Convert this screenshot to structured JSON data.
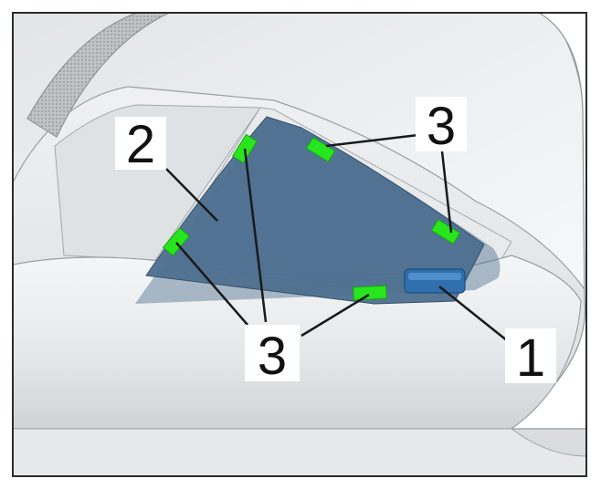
{
  "colors": {
    "frame": "#2b2b2b",
    "panel": "#eef0f1",
    "trim_shadow": "#c9cdd0",
    "highlight_area": "#4d6f8f",
    "clip": "#27e61d",
    "part": "#2f6fad",
    "leader": "#1a1a1a"
  },
  "callouts": {
    "label_1": "1",
    "label_2": "2",
    "label_3_top": "3",
    "label_3_bottom": "3"
  },
  "icons": {
    "clip": "clip-marker",
    "part": "trim-cover"
  }
}
